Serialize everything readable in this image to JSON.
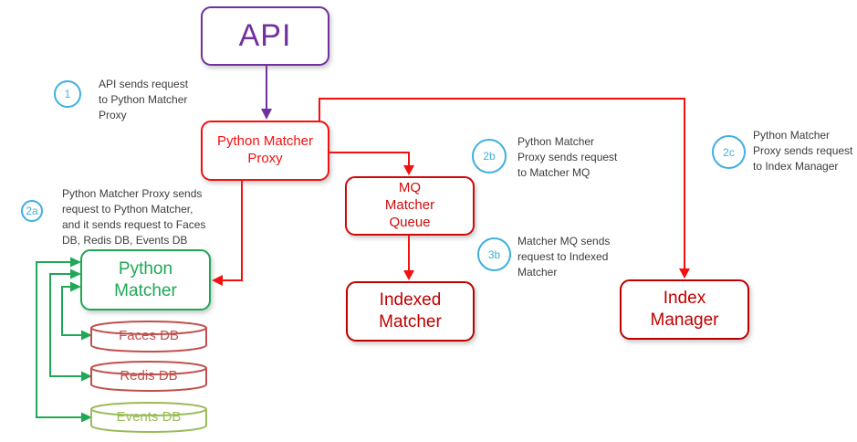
{
  "diagram_title": "API matching services architecture",
  "colors": {
    "api_purple": "#7030A0",
    "proxy_red": "#f50f0f",
    "dark_red": "#c00000",
    "connector_red": "#f50f0f",
    "brick_red_db": "#C0504D",
    "light_green_db": "#9BBB59",
    "green": "#1fa855",
    "step_badge_blue": "#3fafe0",
    "note_text": "#3d3d3d"
  },
  "nodes": {
    "api": {
      "label": "API"
    },
    "python_matcher_proxy": {
      "label": "Python Matcher\nProxy"
    },
    "mq_matcher_queue": {
      "label": "MQ\nMatcher\nQueue"
    },
    "indexed_matcher": {
      "label": "Indexed\nMatcher"
    },
    "index_manager": {
      "label": "Index\nManager"
    },
    "python_matcher": {
      "label": "Python\nMatcher"
    },
    "faces_db": {
      "label": "Faces DB"
    },
    "redis_db": {
      "label": "Redis DB"
    },
    "events_db": {
      "label": "Events DB"
    }
  },
  "annotations": [
    {
      "id": "1",
      "text": "API sends request\nto Python Matcher\nProxy"
    },
    {
      "id": "2a",
      "text": "Python Matcher Proxy sends\nrequest to Python Matcher,\nand it sends request to Faces\nDB, Redis DB, Events DB"
    },
    {
      "id": "2b",
      "text": "Python Matcher\nProxy sends request\nto Matcher MQ"
    },
    {
      "id": "2c",
      "text": "Python Matcher\nProxy sends request\nto Index Manager"
    },
    {
      "id": "3b",
      "text": "Matcher MQ sends\nrequest to Indexed\nMatcher"
    }
  ],
  "edges": [
    {
      "from": "API",
      "to": "Python Matcher Proxy",
      "color": "purple"
    },
    {
      "from": "Python Matcher Proxy",
      "to": "MQ Matcher Queue",
      "color": "red"
    },
    {
      "from": "Python Matcher Proxy",
      "to": "Index Manager",
      "color": "red"
    },
    {
      "from": "Python Matcher Proxy",
      "to": "Python Matcher",
      "color": "red"
    },
    {
      "from": "MQ Matcher Queue",
      "to": "Indexed Matcher",
      "color": "red"
    },
    {
      "from": "Python Matcher",
      "to": "Faces DB",
      "color": "green",
      "bidirectional_heads": true
    },
    {
      "from": "Python Matcher",
      "to": "Redis DB",
      "color": "green",
      "bidirectional_heads": true
    },
    {
      "from": "Python Matcher",
      "to": "Events DB",
      "color": "green",
      "bidirectional_heads": true
    }
  ]
}
